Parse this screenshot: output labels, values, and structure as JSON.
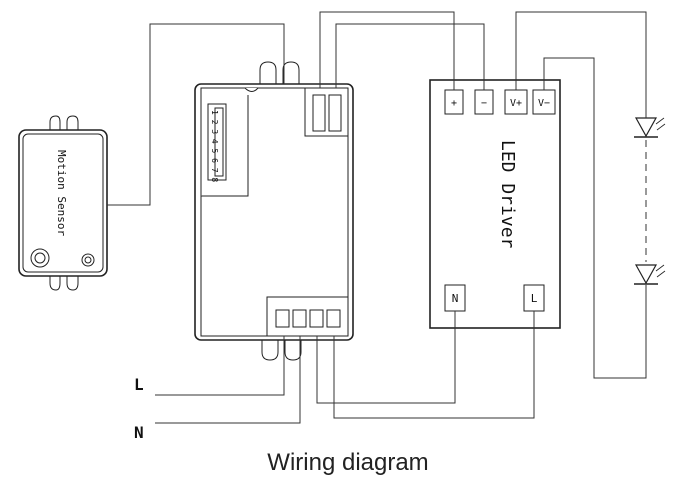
{
  "motion_sensor": {
    "label": "Motion Sensor"
  },
  "controller": {
    "dip_switch": "1 2 3 4 5 6 7 8"
  },
  "led_driver": {
    "label": "LED Driver",
    "terminals": [
      "+",
      "−",
      "V+",
      "V−"
    ],
    "inputs": [
      "N",
      "L"
    ]
  },
  "mains": {
    "line": "L",
    "neutral": "N"
  },
  "caption": "Wiring diagram"
}
